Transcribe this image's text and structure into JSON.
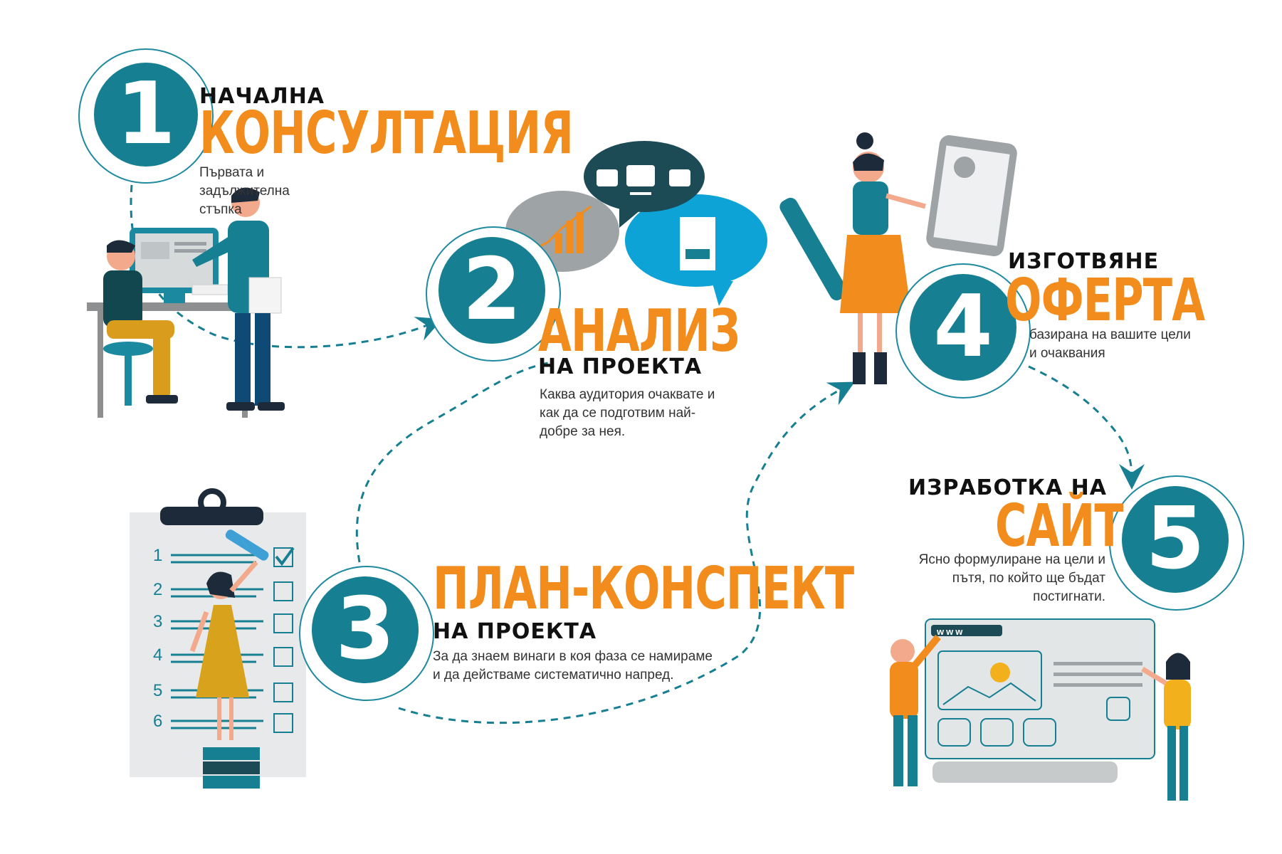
{
  "colors": {
    "teal": "#177f92",
    "orange": "#f28c1c",
    "dark": "#111111",
    "blue": "#0ea3d6",
    "gray": "#9ea3a6"
  },
  "steps": [
    {
      "number": "1",
      "kicker": "НАЧАЛНА",
      "title": "КОНСУЛТАЦИЯ",
      "desc": "Първата и задължителна стъпка"
    },
    {
      "number": "2",
      "title": "АНАЛИЗ",
      "kicker": "НА ПРОЕКТА",
      "desc": "Каква аудитория очаквате и как да се подготвим най- добре за нея."
    },
    {
      "number": "3",
      "title": "ПЛАН-КОНСПЕКТ",
      "kicker": "НА ПРОЕКТА",
      "desc": "За да знаем винаги в коя фаза се намираме и да действаме систематично напред."
    },
    {
      "number": "4",
      "kicker": "ИЗГОТВЯНЕ",
      "title": "ОФЕРТА",
      "desc": "базирана на вашите цели и очаквания"
    },
    {
      "number": "5",
      "kicker": "ИЗРАБОТКА НА",
      "title": "САЙТ",
      "desc": "Ясно формулиране на цели и пътя, по който ще бъдат постигнати."
    }
  ],
  "checklist": {
    "numbers": [
      "1",
      "2",
      "3",
      "4",
      "5",
      "6"
    ]
  },
  "browser": {
    "address": "www"
  }
}
